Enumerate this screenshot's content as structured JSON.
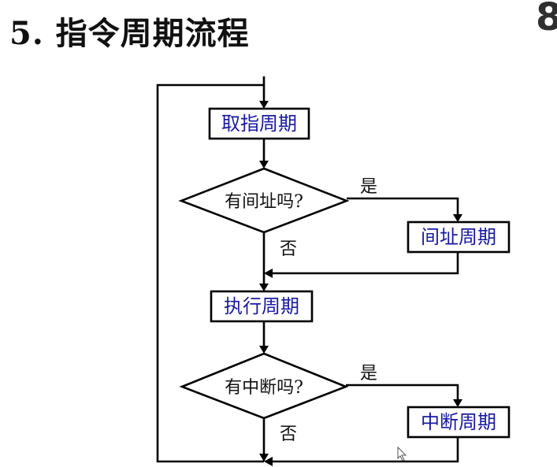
{
  "header": {
    "title": "5. 指令周期流程",
    "page_number": "8"
  },
  "flowchart": {
    "fetch_cycle": "取指周期",
    "indirect_question": "有间址吗?",
    "indirect_cycle": "间址周期",
    "execute_cycle": "执行周期",
    "interrupt_question": "有中断吗?",
    "interrupt_cycle": "中断周期",
    "yes_label_1": "是",
    "no_label_1": "否",
    "yes_label_2": "是",
    "no_label_2": "否"
  },
  "colors": {
    "process_text": "#1a1aa0",
    "lines": "#000000"
  }
}
